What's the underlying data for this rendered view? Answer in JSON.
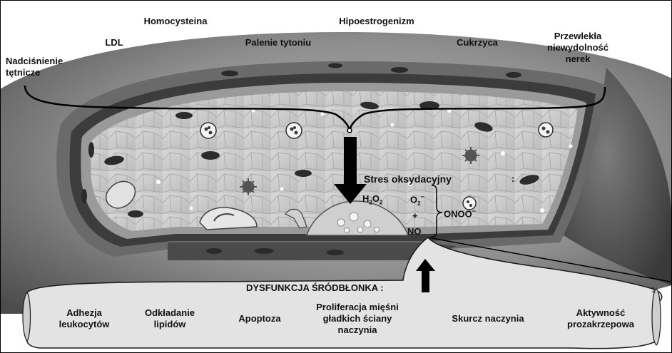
{
  "risk_factors": {
    "homocysteine": "Homocysteina",
    "hypoestrogenism": "Hipoestrogenizm",
    "ldl": "LDL",
    "smoking": "Palenie tytoniu",
    "diabetes": "Cukrzyca",
    "ckd": "Przewlekła\nniewydolność\nnerek",
    "hypertension": "Nadciśnienie\ntętnicze"
  },
  "oxidative_stress": {
    "title": "Stres oksydacyjny",
    "colon": ":",
    "h2o2_main": "H",
    "h2o2_sub": "2",
    "h2o2_main2": "O",
    "h2o2_sub2": "2",
    "o2_main": "O",
    "o2_sub": "2",
    "o2_sup": "−",
    "plus": "+",
    "no": "NO",
    "onoo": "ONOO",
    "onoo_sup": "−"
  },
  "dysfunction": {
    "title": "DYSFUNKCJA ŚRÓDBŁONKA :",
    "scroll_number": "1",
    "items": [
      "Adhezja\nleukocytów",
      "Odkładanie\nlipidów",
      "Apoptoza",
      "Proliferacja mięśni\ngładkich ściany\nnaczynia",
      "Skurcz naczynia",
      "Aktywność\nprozakrzepowa"
    ]
  },
  "colors": {
    "background": "#ffffff",
    "vessel_outer": "#8e8e8e",
    "vessel_outer_dark": "#5a5a5a",
    "lumen": "#c4c4c4",
    "lumen_light": "#dadada",
    "muscle_band": "#3c3c3c",
    "scroll_fill": "#e3e3e3",
    "ink": "#111111"
  }
}
